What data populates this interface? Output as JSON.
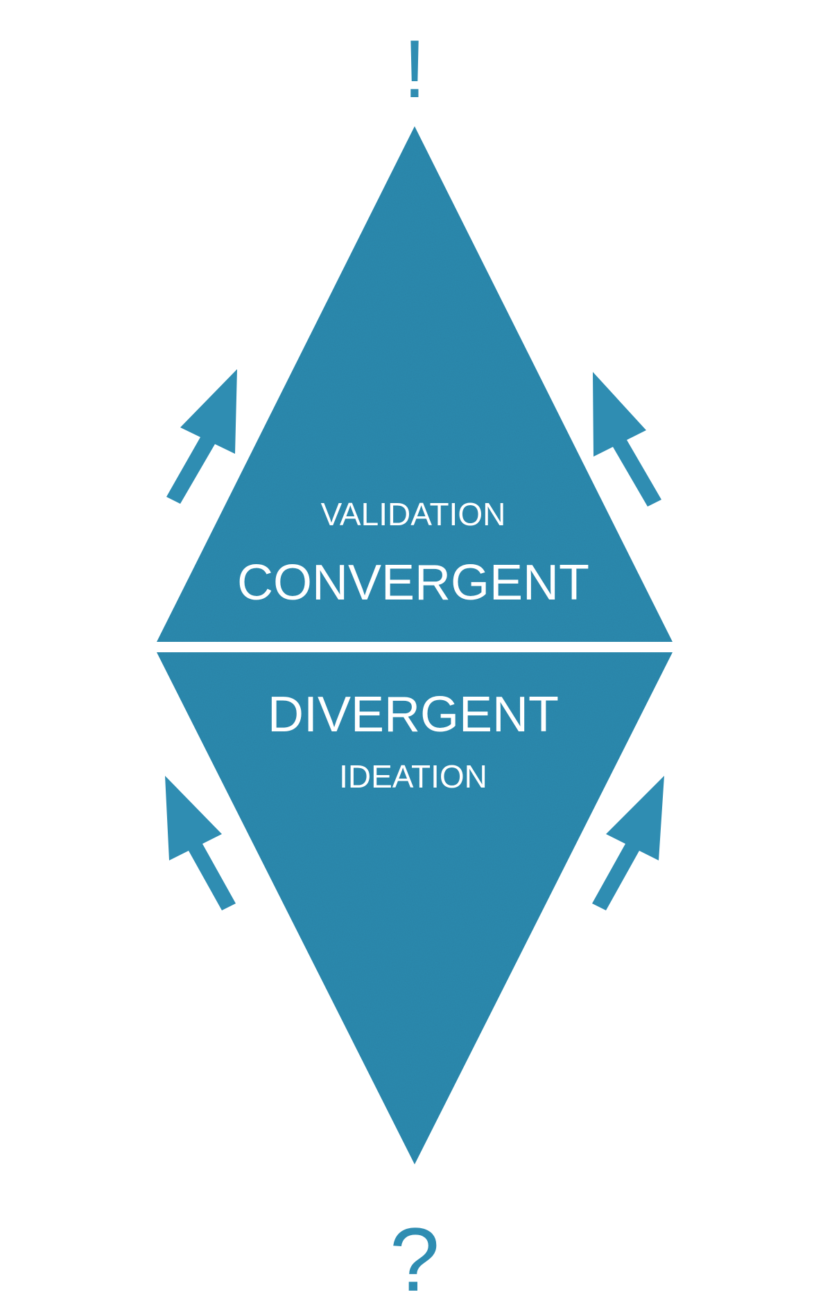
{
  "colors": {
    "shape_fill": "#2f8db2",
    "label_text": "#ffffff",
    "background": "#ffffff"
  },
  "top_symbol": "!",
  "bottom_symbol": "?",
  "upper_triangle": {
    "small_label": "VALIDATION",
    "large_label": "CONVERGENT"
  },
  "lower_triangle": {
    "large_label": "DIVERGENT",
    "small_label": "IDEATION"
  },
  "arrows": [
    {
      "name": "upper-left-arrow-icon"
    },
    {
      "name": "upper-right-arrow-icon"
    },
    {
      "name": "lower-left-arrow-icon"
    },
    {
      "name": "lower-right-arrow-icon"
    }
  ]
}
